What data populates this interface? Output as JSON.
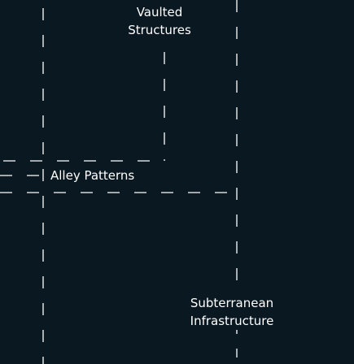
{
  "map": {
    "background_color": "#0a1822",
    "line_color": "#ffffff",
    "line_style": "dashed",
    "labels": {
      "vaulted_line1": "Vaulted",
      "vaulted_line2": "Structures",
      "alley": "Alley Patterns",
      "subterranean_line1": "Subterranean",
      "subterranean_line2": "Infrastructure"
    }
  }
}
